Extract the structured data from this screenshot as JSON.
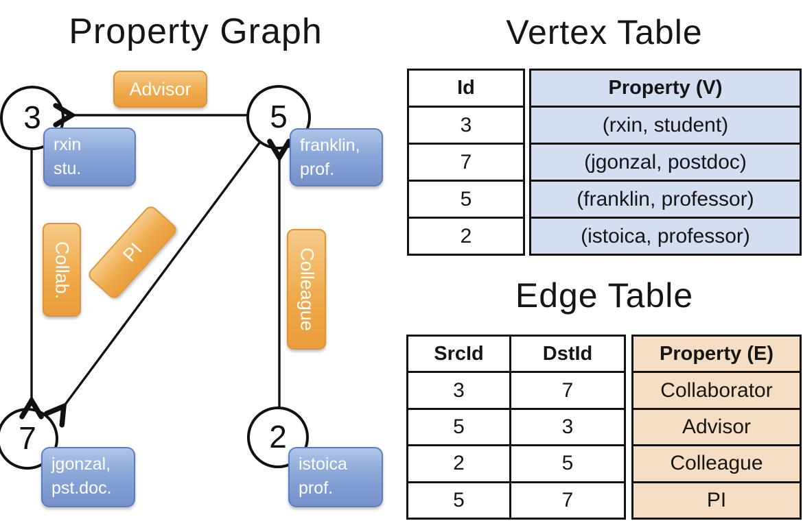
{
  "graph": {
    "title": "Property Graph",
    "nodes": [
      {
        "id": "3",
        "property": "rxin\nstu."
      },
      {
        "id": "5",
        "property": "franklin,\nprof."
      },
      {
        "id": "7",
        "property": "jgonzal,\npst.doc."
      },
      {
        "id": "2",
        "property": "istoica\nprof."
      }
    ],
    "edge_labels": [
      {
        "label": "Advisor",
        "from": "5",
        "to": "3"
      },
      {
        "label": "Collab.",
        "from": "3",
        "to": "7"
      },
      {
        "label": "PI",
        "from": "5",
        "to": "7"
      },
      {
        "label": "Colleague",
        "from": "2",
        "to": "5"
      }
    ]
  },
  "vertex_table": {
    "title": "Vertex Table",
    "headers": [
      "Id",
      "Property (V)"
    ],
    "rows": [
      [
        "3",
        "(rxin, student)"
      ],
      [
        "7",
        "(jgonzal, postdoc)"
      ],
      [
        "5",
        "(franklin, professor)"
      ],
      [
        "2",
        "(istoica, professor)"
      ]
    ]
  },
  "edge_table": {
    "title": "Edge Table",
    "headers": [
      "SrcId",
      "DstId",
      "Property (E)"
    ],
    "rows": [
      [
        "3",
        "7",
        "Collaborator"
      ],
      [
        "5",
        "3",
        "Advisor"
      ],
      [
        "2",
        "5",
        "Colleague"
      ],
      [
        "5",
        "7",
        "PI"
      ]
    ]
  },
  "colors": {
    "vertex_column_fill": "#d3def0",
    "edge_column_fill": "#f5dec3",
    "node_box_blue": "#8aa6d8",
    "edge_box_orange": "#efab4c",
    "line_black": "#111111"
  }
}
